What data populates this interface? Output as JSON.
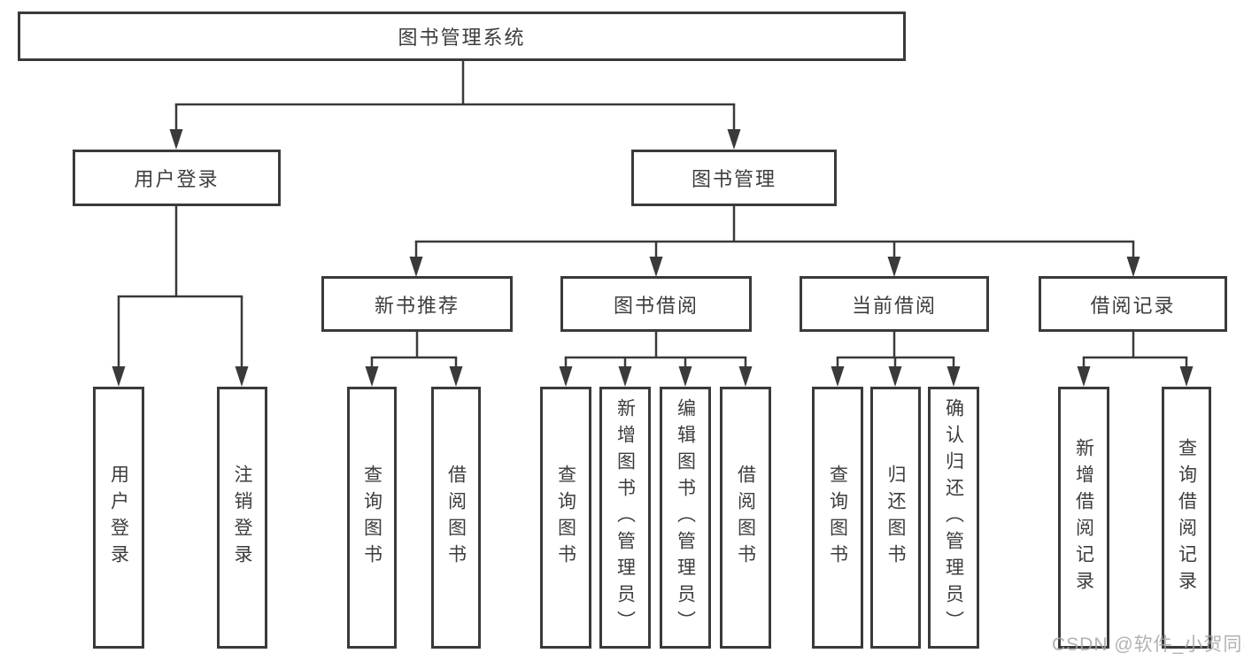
{
  "watermark": "CSDN @软件_小贺同学",
  "colors": {
    "line": "#3a3a3a",
    "text": "#3d3d3d",
    "watermark": "#a5a5a5",
    "background": "#ffffff"
  },
  "tree": {
    "root": "图书管理系统",
    "level2": [
      "用户登录",
      "图书管理"
    ],
    "level3": [
      "新书推荐",
      "图书借阅",
      "当前借阅",
      "借阅记录"
    ],
    "leaves": {
      "user": [
        "用户登录",
        "注销登录"
      ],
      "recommend": [
        "查询图书",
        "借阅图书"
      ],
      "borrow": [
        "查询图书",
        "新增图书（管理员）",
        "编辑图书（管理员）",
        "借阅图书"
      ],
      "current": [
        "查询图书",
        "归还图书",
        "确认归还（管理员）"
      ],
      "record": [
        "新增借阅记录",
        "查询借阅记录"
      ]
    }
  }
}
